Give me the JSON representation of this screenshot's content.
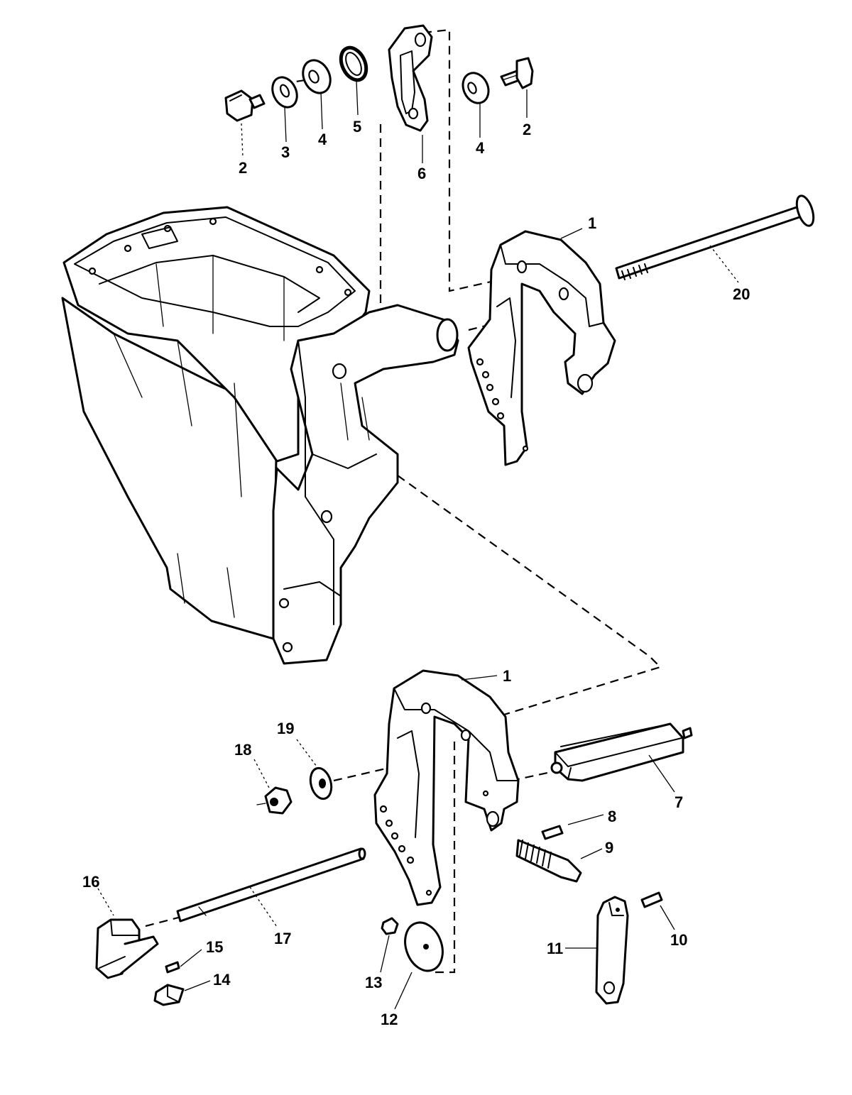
{
  "callouts": [
    {
      "id": "c2a",
      "label": "2"
    },
    {
      "id": "c3",
      "label": "3"
    },
    {
      "id": "c4a",
      "label": "4"
    },
    {
      "id": "c5",
      "label": "5"
    },
    {
      "id": "c6",
      "label": "6"
    },
    {
      "id": "c4b",
      "label": "4"
    },
    {
      "id": "c2b",
      "label": "2"
    },
    {
      "id": "c1a",
      "label": "1"
    },
    {
      "id": "c20",
      "label": "20"
    },
    {
      "id": "c1b",
      "label": "1"
    },
    {
      "id": "c19",
      "label": "19"
    },
    {
      "id": "c18",
      "label": "18"
    },
    {
      "id": "c7",
      "label": "7"
    },
    {
      "id": "c8",
      "label": "8"
    },
    {
      "id": "c9",
      "label": "9"
    },
    {
      "id": "c16",
      "label": "16"
    },
    {
      "id": "c17",
      "label": "17"
    },
    {
      "id": "c15",
      "label": "15"
    },
    {
      "id": "c14",
      "label": "14"
    },
    {
      "id": "c13",
      "label": "13"
    },
    {
      "id": "c12",
      "label": "12"
    },
    {
      "id": "c11",
      "label": "11"
    },
    {
      "id": "c10",
      "label": "10"
    }
  ]
}
